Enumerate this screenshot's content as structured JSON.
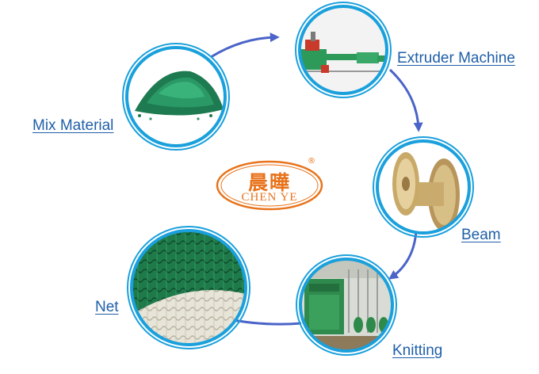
{
  "colors": {
    "ring": "#1aa0dc",
    "arrow": "#4a64c8",
    "label": "#1f5fa8",
    "logo": "#e8731b"
  },
  "logo": {
    "chinese": "晨曄",
    "english": "CHEN YE",
    "mark": "®"
  },
  "steps": [
    {
      "label": "Mix Material",
      "image": "green-pellets-photo"
    },
    {
      "label": "Extruder Machine",
      "image": "extruder-machine-photo"
    },
    {
      "label": "Beam",
      "image": "brass-spool-beam-photo"
    },
    {
      "label": "Knitting",
      "image": "knitting-machine-photo"
    },
    {
      "label": "Net",
      "image": "green-white-net-photo"
    }
  ]
}
